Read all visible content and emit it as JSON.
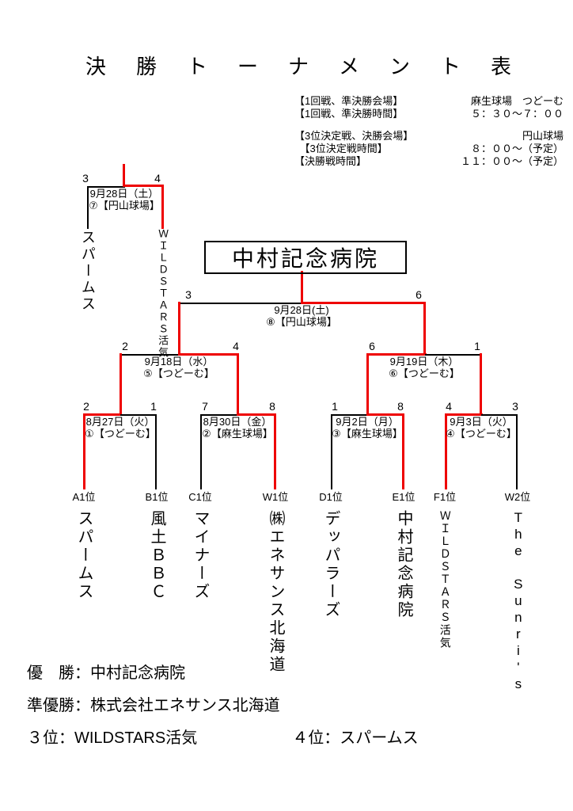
{
  "title": "決　勝　ト　ー　ナ　メ　ン　ト　表",
  "colors": {
    "winner_path": "#ee0000",
    "line": "#000000",
    "background": "#ffffff"
  },
  "info": {
    "rows": [
      {
        "label": "【1回戦、準決勝会場】",
        "value": "麻生球場　つどーむ"
      },
      {
        "label": "【1回戦、準決勝時間】",
        "value": "５：３０～７：００"
      },
      {
        "label": "【3位決定戦、決勝会場】",
        "value": "円山球場"
      },
      {
        "label": "　【3位決定戦時間】",
        "value": "８：００～（予定）"
      },
      {
        "label": "【決勝戦時間】",
        "value": "１１：００～（予定）"
      }
    ]
  },
  "champion_box": "中村記念病院",
  "matches": {
    "qf1": {
      "date": "8月27日（火）",
      "venue": "①【つどーむ】",
      "left_score": "2",
      "right_score": "1",
      "winner_side": "left"
    },
    "qf2": {
      "date": "8月30日（金）",
      "venue": "②【麻生球場】",
      "left_score": "7",
      "right_score": "8",
      "winner_side": "right"
    },
    "qf3": {
      "date": "9月2日（月）",
      "venue": "③【麻生球場】",
      "left_score": "1",
      "right_score": "8",
      "winner_side": "right"
    },
    "qf4": {
      "date": "9月3日（火）",
      "venue": "④【つどーむ】",
      "left_score": "4",
      "right_score": "3",
      "winner_side": "left"
    },
    "sf1": {
      "date": "9月18日（水）",
      "venue": "⑤【つどーむ】",
      "left_score": "2",
      "right_score": "4",
      "winner_side": "right"
    },
    "sf2": {
      "date": "9月19日（木）",
      "venue": "⑥【つどーむ】",
      "left_score": "6",
      "right_score": "1",
      "winner_side": "left"
    },
    "third": {
      "date": "9月28日（土）",
      "venue": "⑦【円山球場】",
      "left_score": "3",
      "right_score": "4",
      "winner_side": "right"
    },
    "final": {
      "date": "9月28日(土)",
      "venue": "⑧【円山球場】",
      "left_score": "3",
      "right_score": "6",
      "winner_side": "right"
    }
  },
  "third_place_teams": {
    "left": "スパームス",
    "right": "ＷＩＬＤＳＴＡＲＳ活気"
  },
  "teams": [
    {
      "seed": "A1位",
      "name": "スパームス"
    },
    {
      "seed": "B1位",
      "name": "風土ＢＢＣ"
    },
    {
      "seed": "C1位",
      "name": "マイナーズ"
    },
    {
      "seed": "W1位",
      "name": "㈱エネサンス北海道"
    },
    {
      "seed": "D1位",
      "name": "デッパラーズ"
    },
    {
      "seed": "E1位",
      "name": "中村記念病院"
    },
    {
      "seed": "F1位",
      "name": "ＷＩＬＤＳＴＡＲＳ活気"
    },
    {
      "seed": "W2位",
      "name": "The Sunri's"
    }
  ],
  "results": {
    "champion_label": "優　勝：",
    "champion": "中村記念病院",
    "runner_up_label": "準優勝：",
    "runner_up": "株式会社エネサンス北海道",
    "third_label": "３位：",
    "third": "WILDSTARS活気",
    "fourth_label": "４位：",
    "fourth": "スパームス"
  }
}
